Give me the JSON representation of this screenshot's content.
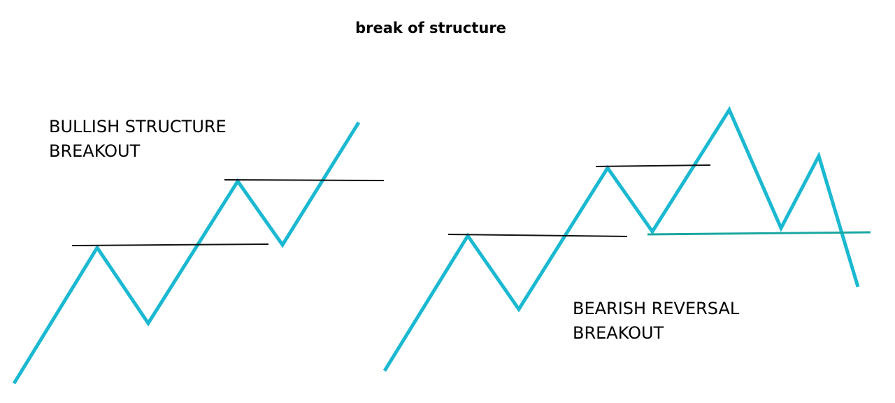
{
  "title": "break of structure",
  "bullish": {
    "label_line1": "BULLISH STRUCTURE",
    "label_line2": "BREAKOUT"
  },
  "bearish": {
    "label_line1": "BEARISH REVERSAL",
    "label_line2": "BREAKOUT"
  },
  "colors": {
    "price": "#1bb9d1",
    "level": "#111111",
    "support_level": "#1aa7a0",
    "text": "#000000"
  }
}
